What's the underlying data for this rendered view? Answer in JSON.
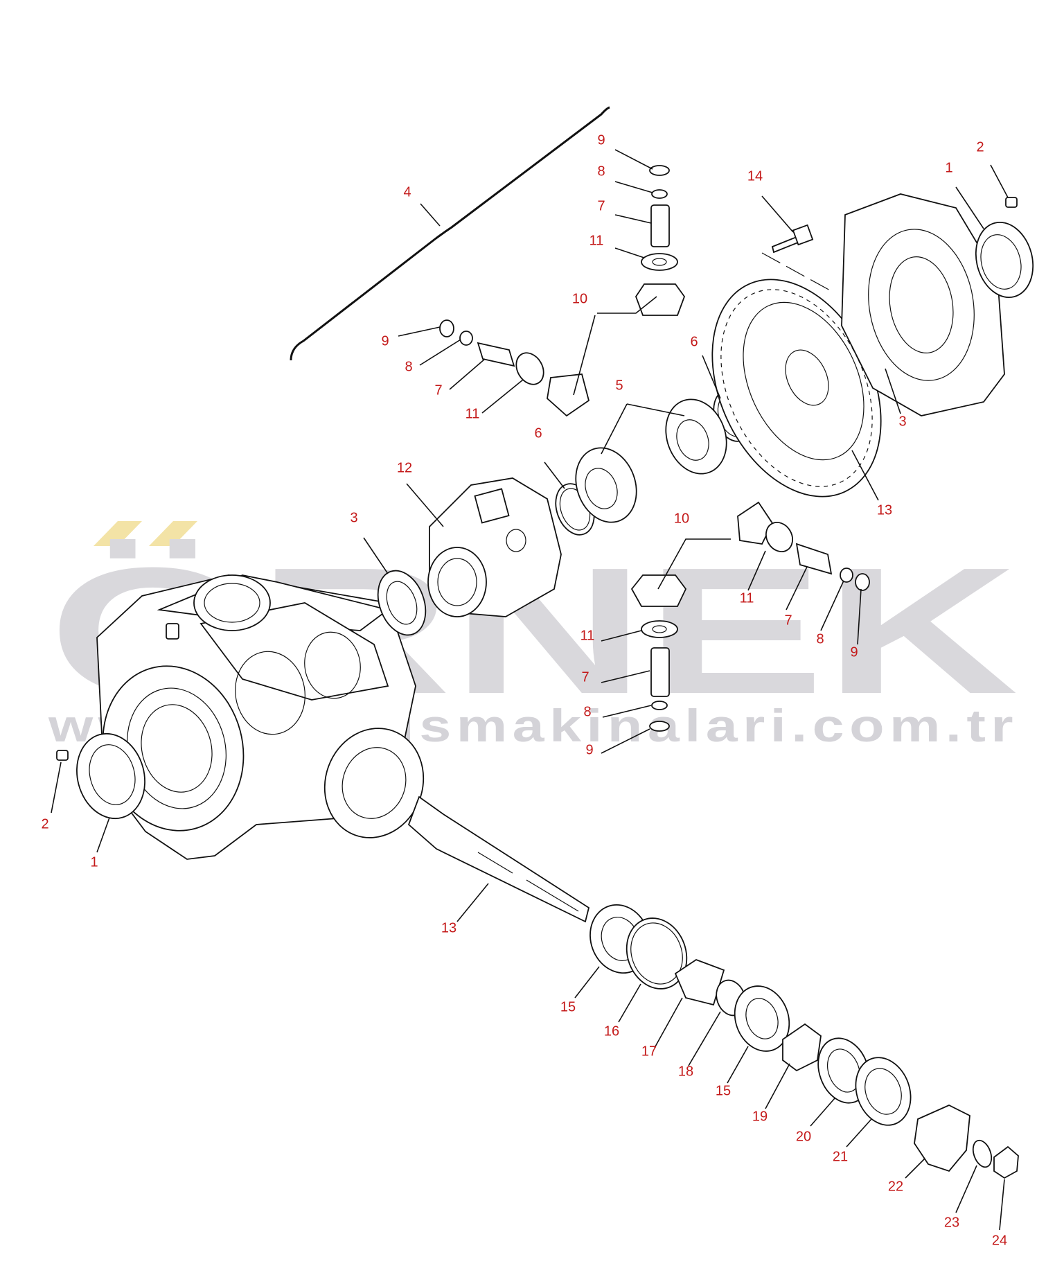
{
  "watermark": {
    "brand": "ÖRNEK",
    "url": "www.ornekismakinalari.com.tr",
    "accent_color": "#f3e3a6",
    "text_color": "#d9d8dc"
  },
  "label_color": "#c41a1a",
  "callouts": [
    {
      "id": "c-9-top",
      "text": "9"
    },
    {
      "id": "c-8-top",
      "text": "8"
    },
    {
      "id": "c-7-top",
      "text": "7"
    },
    {
      "id": "c-11-top",
      "text": "11"
    },
    {
      "id": "c-10-top",
      "text": "10"
    },
    {
      "id": "c-4",
      "text": "4"
    },
    {
      "id": "c-9-left",
      "text": "9"
    },
    {
      "id": "c-8-left",
      "text": "8"
    },
    {
      "id": "c-7-left",
      "text": "7"
    },
    {
      "id": "c-11-left",
      "text": "11"
    },
    {
      "id": "c-5",
      "text": "5"
    },
    {
      "id": "c-6-right",
      "text": "6"
    },
    {
      "id": "c-6-left",
      "text": "6"
    },
    {
      "id": "c-12",
      "text": "12"
    },
    {
      "id": "c-3-left",
      "text": "3"
    },
    {
      "id": "c-14",
      "text": "14"
    },
    {
      "id": "c-2-right",
      "text": "2"
    },
    {
      "id": "c-1-right",
      "text": "1"
    },
    {
      "id": "c-3-right",
      "text": "3"
    },
    {
      "id": "c-13-ring",
      "text": "13"
    },
    {
      "id": "c-10-mid",
      "text": "10"
    },
    {
      "id": "c-11-mid",
      "text": "11"
    },
    {
      "id": "c-7-mid",
      "text": "7"
    },
    {
      "id": "c-8-mid",
      "text": "8"
    },
    {
      "id": "c-9-mid",
      "text": "9"
    },
    {
      "id": "c-11-low",
      "text": "11"
    },
    {
      "id": "c-7-low",
      "text": "7"
    },
    {
      "id": "c-8-low",
      "text": "8"
    },
    {
      "id": "c-9-low",
      "text": "9"
    },
    {
      "id": "c-2-left",
      "text": "2"
    },
    {
      "id": "c-1-left",
      "text": "1"
    },
    {
      "id": "c-13-pinion",
      "text": "13"
    },
    {
      "id": "c-15-a",
      "text": "15"
    },
    {
      "id": "c-16",
      "text": "16"
    },
    {
      "id": "c-17",
      "text": "17"
    },
    {
      "id": "c-18",
      "text": "18"
    },
    {
      "id": "c-15-b",
      "text": "15"
    },
    {
      "id": "c-19",
      "text": "19"
    },
    {
      "id": "c-20",
      "text": "20"
    },
    {
      "id": "c-21",
      "text": "21"
    },
    {
      "id": "c-22",
      "text": "22"
    },
    {
      "id": "c-23",
      "text": "23"
    },
    {
      "id": "c-24",
      "text": "24"
    }
  ]
}
